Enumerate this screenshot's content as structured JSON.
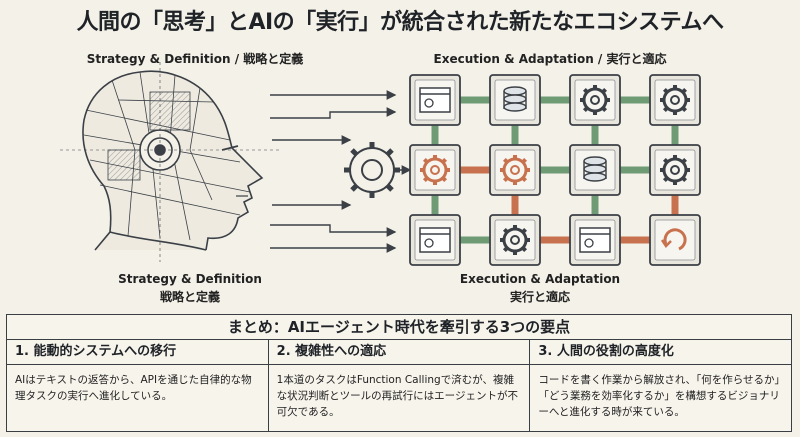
{
  "title": "人間の「思考」とAIの「実行」が統合された新たなエコシステムへ",
  "labels": {
    "top_left": "Strategy & Definition / 戦略と定義",
    "top_right": "Execution & Adaptation / 実行と適応",
    "bottom_left_en": "Strategy & Definition",
    "bottom_left_ja": "戦略と定義",
    "bottom_right_en": "Execution & Adaptation",
    "bottom_right_ja": "実行と適応"
  },
  "summary": {
    "title": "まとめ：AIエージェント時代を牽引する3つの要点",
    "columns": [
      {
        "heading": "1. 能動的システムへの移行",
        "body": "AIはテキストの返答から、APIを通じた自律的な物理タスクの実行へ進化している。"
      },
      {
        "heading": "2. 複雑性への適応",
        "body": "1本道のタスクはFunction Callingで済むが、複雑な状況判断とツールの再試行にはエージェントが不可欠である。"
      },
      {
        "heading": "3. 人間の役割の高度化",
        "body": "コードを書く作業から解放され、「何を作らせるか」「どう業務を効率化するか」を構想するビジョナリーへと進化する時が来ている。"
      }
    ]
  },
  "colors": {
    "ink": "#3b4046",
    "green": "#6e9a74",
    "orange": "#c8714e",
    "blue": "#6a8fb4",
    "bg": "#f4f1e8"
  },
  "grid_icons": [
    [
      "browser-icon",
      "database-icon",
      "gear-icon",
      "gear-icon"
    ],
    [
      "gear-icon",
      "gear-icon",
      "database-icon",
      "gear-icon"
    ],
    [
      "browser-icon",
      "gear-icon",
      "browser-icon",
      "refresh-icon"
    ]
  ]
}
